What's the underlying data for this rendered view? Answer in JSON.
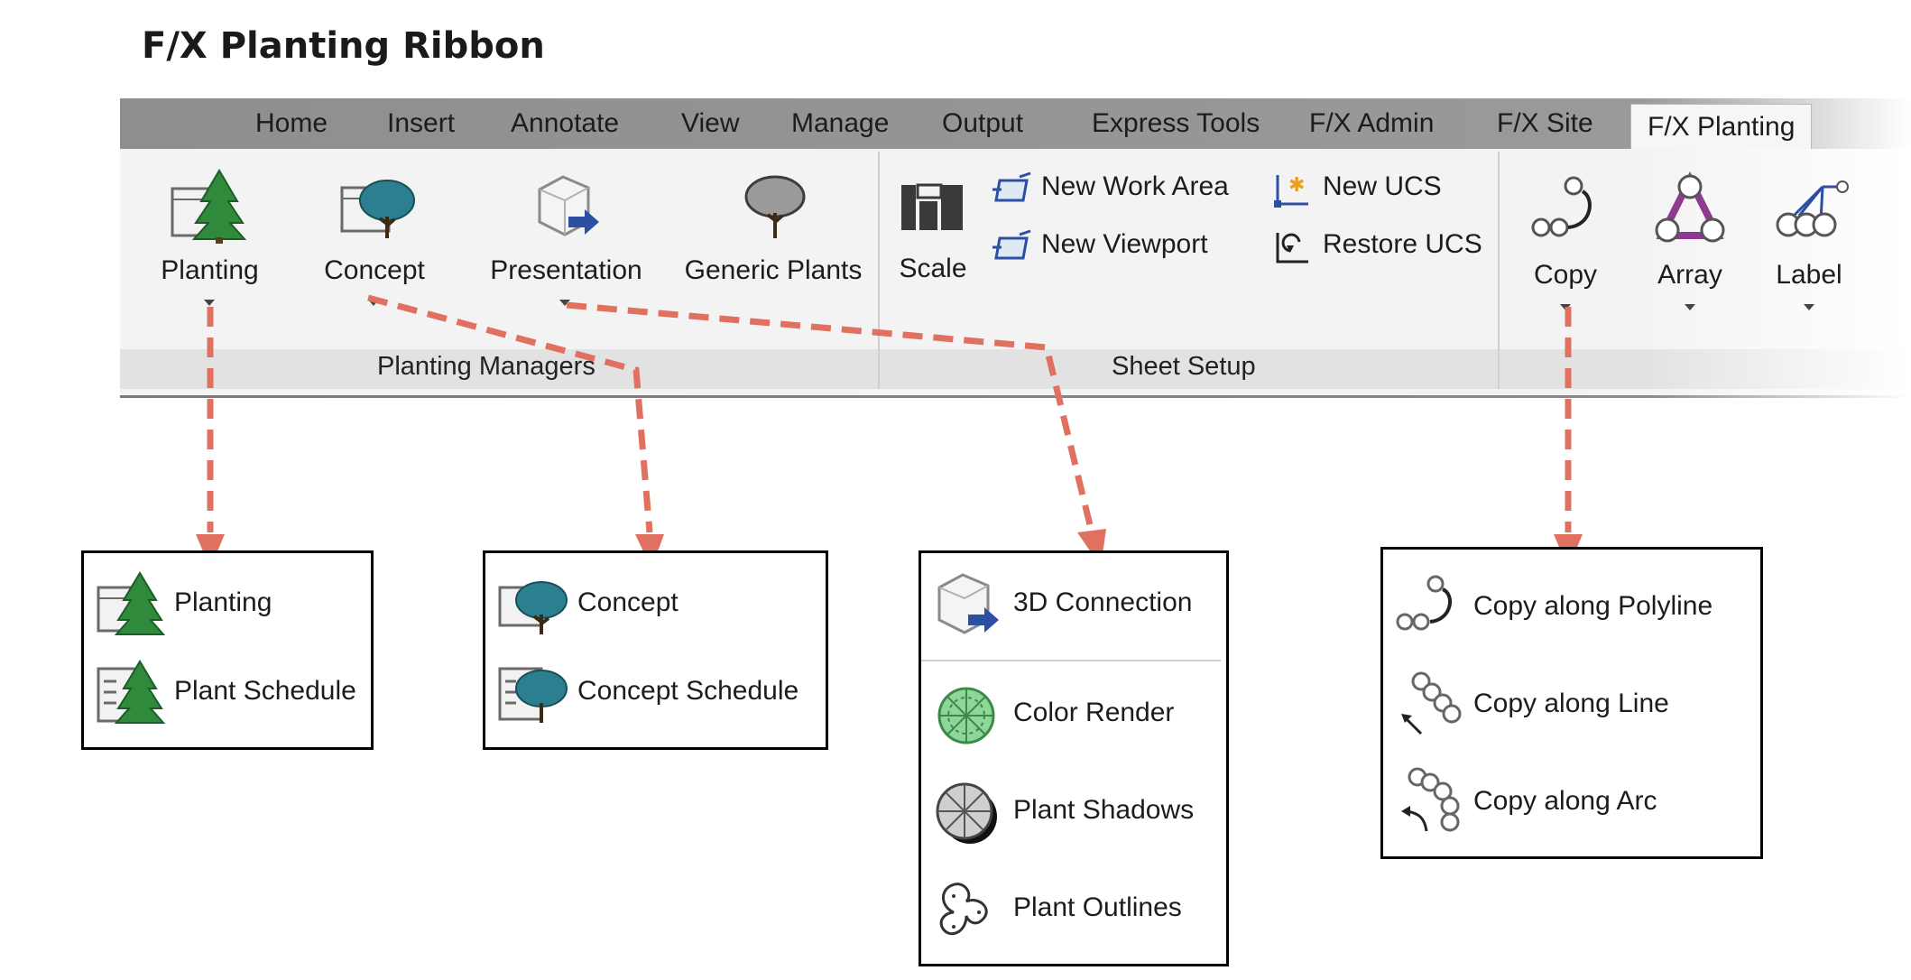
{
  "heading": "F/X Planting Ribbon",
  "tabs": [
    {
      "label": "Home"
    },
    {
      "label": "Insert"
    },
    {
      "label": "Annotate"
    },
    {
      "label": "View"
    },
    {
      "label": "Manage"
    },
    {
      "label": "Output"
    },
    {
      "label": "Express Tools"
    },
    {
      "label": "F/X Admin"
    },
    {
      "label": "F/X Site"
    },
    {
      "label": "F/X Planting",
      "active": true
    }
  ],
  "panels": {
    "planting_managers": {
      "title": "Planting Managers",
      "buttons": {
        "planting": "Planting",
        "concept": "Concept",
        "presentation": "Presentation",
        "generic_plants": "Generic Plants"
      }
    },
    "sheet_setup": {
      "title": "Sheet Setup",
      "scale": "Scale",
      "new_work_area": "New Work Area",
      "new_viewport": "New Viewport",
      "new_ucs": "New UCS",
      "restore_ucs": "Restore UCS"
    },
    "tools": {
      "copy": "Copy",
      "array": "Array",
      "label": "Label"
    }
  },
  "dropdowns": {
    "planting": [
      "Planting",
      "Plant Schedule"
    ],
    "concept": [
      "Concept",
      "Concept Schedule"
    ],
    "presentation": [
      "3D Connection",
      "Color Render",
      "Plant Shadows",
      "Plant Outlines"
    ],
    "copy": [
      "Copy along Polyline",
      "Copy along Line",
      "Copy along Arc"
    ]
  },
  "colors": {
    "arrow": "#e07060",
    "tree_green": "#2f8a3c",
    "tree_teal": "#2c7f8f",
    "array_purple": "#8e3a8e",
    "ucs_blue": "#2c4fa3"
  },
  "icons": {
    "planting": "evergreen-tree-icon",
    "concept": "canopy-tree-icon",
    "presentation": "3d-cube-arrow-icon",
    "generic_plants": "generic-tree-icon",
    "scale": "scale-icon",
    "copy": "copy-polyline-icon",
    "array": "array-triangle-icon",
    "label": "label-leader-icon"
  }
}
